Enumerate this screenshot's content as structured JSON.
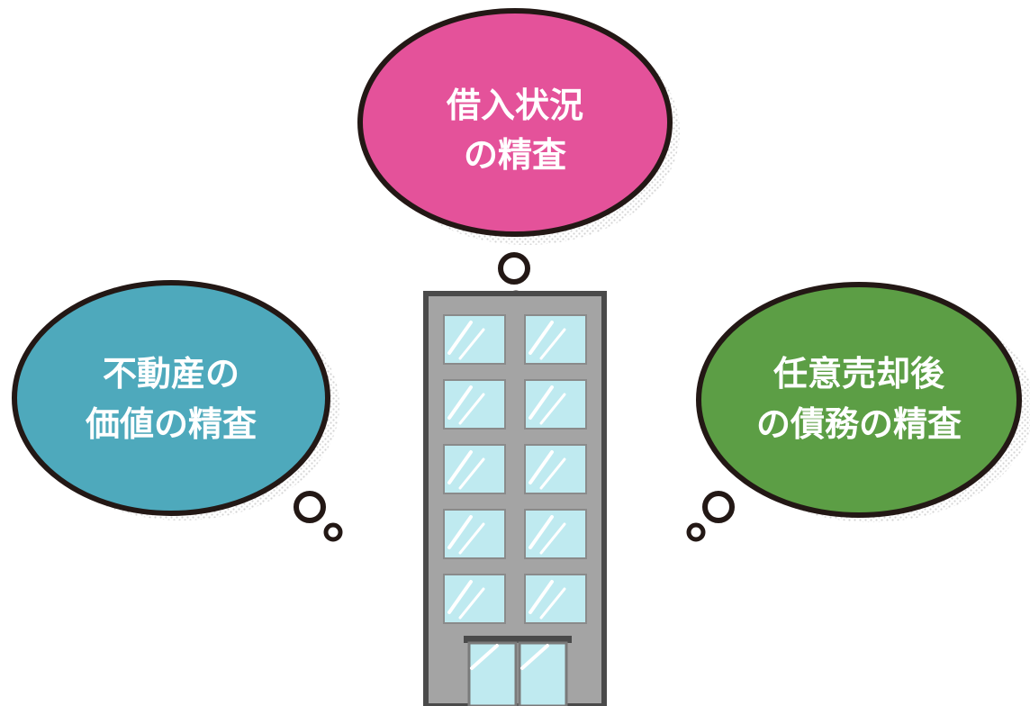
{
  "bubbles": {
    "top": {
      "line1": "借入状況",
      "line2": "の精査",
      "color": "#e4529a"
    },
    "left": {
      "line1": "不動産の",
      "line2": "価値の精査",
      "color": "#4ea9bc"
    },
    "right": {
      "line1": "任意売却後",
      "line2": "の債務の精査",
      "color": "#5c9e45"
    }
  },
  "building": {
    "icon": "office-building-icon",
    "frame_color": "#a4a4a4",
    "window_color": "#bfeaf0"
  },
  "outline_color": "#231815"
}
